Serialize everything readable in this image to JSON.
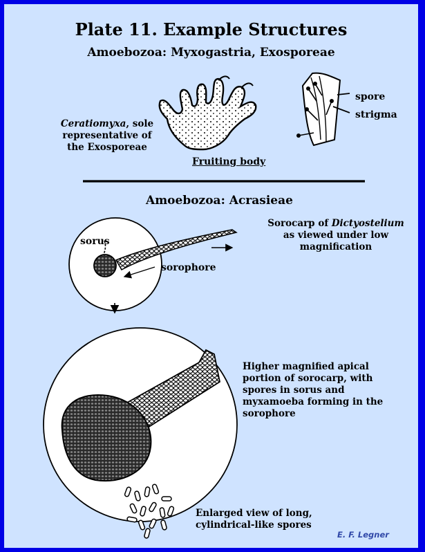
{
  "plate": {
    "title": "Plate 11.  Example Structures",
    "section1_heading": "Amoebozoa:  Myxogastria, Exosporeae",
    "section2_heading": "Amoebozoa: Acrasieae",
    "credit": "E. F. Legner"
  },
  "exosporeae": {
    "genus": "Ceratiomyxa",
    "description_rest": ", sole representative of the Exosporeae",
    "fruiting_body_label": "Fruiting body",
    "spore_label": "spore",
    "strigma_label": "strigma"
  },
  "acrasieae": {
    "sorus_label": "sorus",
    "sorophore_label": "sorophore",
    "sorocarp_note_prefix": "Sorocarp of ",
    "sorocarp_genus": "Dictyostelium",
    "sorocarp_note_suffix": " as viewed under low magnification",
    "apical_note": "Higher magnified apical portion of sorocarp, with spores in sorus and myxamoeba forming in the sorophore",
    "spores_note": "Enlarged view of long, cylindrical-like spores"
  },
  "colors": {
    "frame": "#0000e6",
    "background": "#cfe3ff",
    "ink": "#000000",
    "credit": "#3048a8"
  }
}
